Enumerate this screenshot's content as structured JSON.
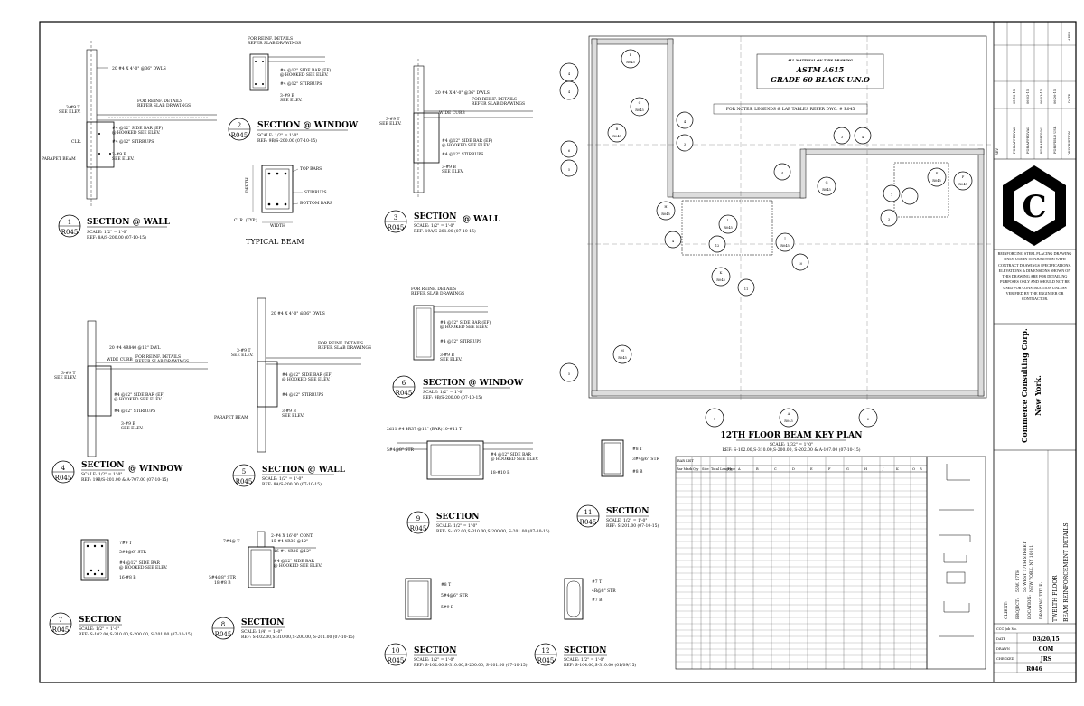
{
  "sheet": {
    "notes": {
      "material_1": "ALL MATERIAL ON THIS DRAWING",
      "material_2": "ASTM A615",
      "material_3": "GRADE 60 BLACK U.N.O",
      "legend_note": "FOR NOTES, LEGENDS & LAP TABLES REFER DWG. # R045"
    },
    "plan": {
      "title": "12TH FLOOR BEAM KEY PLAN",
      "scale": "SCALE: 1/32\" = 1'-0\"",
      "ref": "REF: S-102.00,S-310.00,S-200.00, S-202.00 & A-107.00 (07-10-15)"
    },
    "sections": [
      {
        "num": "1",
        "sheet": "R045",
        "title": "SECTION @ WALL",
        "scale": "SCALE: 1/2\" = 1'-0\"",
        "ref": "REF: 8A/S-200.00 (07-10-15)"
      },
      {
        "num": "2",
        "sheet": "R045",
        "title": "SECTION @ WINDOW",
        "scale": "SCALE: 1/2\" = 1'-0\"",
        "ref": "REF: 9B/S-200.00 (07-10-15)"
      },
      {
        "num": "3",
        "sheet": "R045",
        "title": "SECTION",
        "title2": "@ WALL",
        "scale": "SCALE: 1/2\" = 1'-0\"",
        "ref": "REF: 19A/S-201.00 (07-10-15)"
      },
      {
        "num": "4",
        "sheet": "R045",
        "title": "SECTION",
        "title2": "@ WINDOW",
        "scale": "SCALE: 1/2\" = 1'-0\"",
        "ref": "REF: 19B/S-201.00 & A-707.00 (07-10-15)"
      },
      {
        "num": "5",
        "sheet": "R045",
        "title": "SECTION @ WALL",
        "scale": "SCALE: 1/2\" = 1'-0\"",
        "ref": "REF: 8A/S-200.00 (07-10-15)"
      },
      {
        "num": "6",
        "sheet": "R045",
        "title": "SECTION @ WINDOW",
        "scale": "SCALE: 1/2\" = 1'-0\"",
        "ref": "REF: 9B/S-200.00 (07-10-15)"
      },
      {
        "num": "7",
        "sheet": "R045",
        "title": "SECTION",
        "scale": "SCALE: 1/2\" = 1'-0\"",
        "ref": "REF: S-102.00,S-310.00,S-200.00, S-201.00 (07-10-15)"
      },
      {
        "num": "8",
        "sheet": "R045",
        "title": "SECTION",
        "scale": "SCALE: 1/4\" = 1'-0\"",
        "ref": "REF: S-102.00,S-310.00,S-200.00, S-201.00 (07-10-15)"
      },
      {
        "num": "9",
        "sheet": "R045",
        "title": "SECTION",
        "scale": "SCALE: 1/2\" = 1'-0\"",
        "ref": "REF: S-102.00,S-310.00,S-200.00, S-201.00 (07-10-15)"
      },
      {
        "num": "10",
        "sheet": "R045",
        "title": "SECTION",
        "scale": "SCALE: 1/2\" = 1'-0\"",
        "ref": "REF: S-102.00,S-310.00,S-200.00, S-201.00 (07-10-15)"
      },
      {
        "num": "11",
        "sheet": "R045",
        "title": "SECTION",
        "scale": "SCALE: 1/2\" = 1'-0\"",
        "ref": "REF: S-201.00 (07-10-15)"
      },
      {
        "num": "12",
        "sheet": "R045",
        "title": "SECTION",
        "scale": "SCALE: 1/2\" = 1'-0\"",
        "ref": "REF: S-104.00,S-310.00 (01/09/15)"
      }
    ],
    "typical_beam": {
      "title": "TYPICAL BEAM",
      "top_bars": "TOP BARS",
      "stirrups": "STIRRUPS",
      "bottom_bars": "BOTTOM BARS",
      "depth": "DEPTH",
      "width": "WIDTH",
      "clr": "CLR. (TYP.)"
    },
    "callouts": {
      "dwls": "20 #4 X 4'-0\" @36\" DWLS",
      "reinf_1": "FOR REINF. DETAILS",
      "reinf_2": "REFER SLAB DRAWINGS",
      "side_bar": "#4 @12\" SIDE BAR (EF)",
      "hooked": "@ HOOKED SEE ELEV.",
      "stirrups": "#4 @12\" STIRRUPS",
      "bottom": "3-#9 B",
      "see_elev": "SEE ELEV.",
      "top": "3-#9 T",
      "parapet": "PARAPET BEAM",
      "wide_curb": "WIDE CURB",
      "clr": "CLR."
    },
    "schedule": {
      "title": "BAR LIST",
      "headers": [
        "Bar Mark",
        "Qty",
        "Size",
        "Total Length",
        "Type",
        "A",
        "B",
        "C",
        "D",
        "E",
        "F",
        "G",
        "H",
        "J",
        "K",
        "O",
        "R"
      ]
    },
    "title_block": {
      "revisions": [
        "FOR APPROVAL",
        "FOR APPROVAL",
        "FOR APPROVAL",
        "FOR FIELD USE"
      ],
      "rev_dates": [
        "05-18-15",
        "06-02-15",
        "06-03-15",
        "06-26-15"
      ],
      "rev_head": [
        "REV",
        "DESCRIPTION",
        "DATE",
        "APPR"
      ],
      "disclaimer": "REINFORCING STEEL PLACING DRAWING ONLY. USE IN CONJUNCTION WITH CONTRACT DRAWINGS SPECIFICATIONS. ELEVATIONS & DIMENSIONS SHOWN ON THIS DRAWING ARE FOR DETAILING PURPOSES ONLY AND SHOULD NOT BE USED FOR CONSTRUCTION UNLESS VERIFIED BY THE ENGINEER OR CONTRACTOR.",
      "company": "Commerce Consulting Corp.",
      "city": "New York.",
      "client_label": "CLIENT:",
      "project_label": "PROJECT:",
      "project": "55W. 17TH",
      "location_label": "LOCATION:",
      "location_1": "55 WEST 17TH STREET",
      "location_2": "NEW YORK, NY 10011",
      "drawing_title_label": "DRAWING TITLE:",
      "drawing_title_1": "TWELTH FLOOR",
      "drawing_title_2": "BEAM REINFORCEMENT DETAILS",
      "ccc_job": "CCC Job No.",
      "date_label": "DATE",
      "date": "03/20/15",
      "drawn_label": "DRAWN",
      "drawn": "COM",
      "checked_label": "CHECKED",
      "checked": "JRS",
      "sheet_no": "R046"
    }
  }
}
